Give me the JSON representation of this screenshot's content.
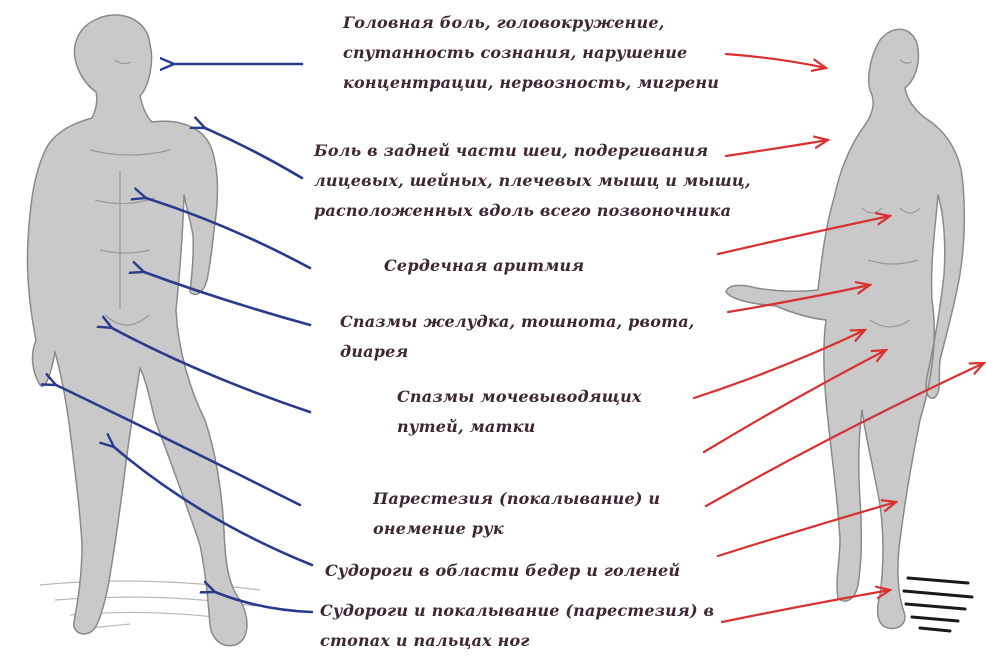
{
  "colors": {
    "text": "#3d2733",
    "male_arrow": "#2a3a8c",
    "female_arrow": "#d93030",
    "body_fill": "#c9c9c9",
    "body_outline": "#8a8a8a",
    "hatch": "#1a1a1a"
  },
  "figures": {
    "male": {
      "icon": "male-statue-figure"
    },
    "female": {
      "icon": "female-statue-figure"
    }
  },
  "symptoms": [
    {
      "id": "headache",
      "lines": [
        "Головная боль, головокружение,",
        "спутанность сознания, нарушение",
        "концентрации, нервозность, мигрени"
      ]
    },
    {
      "id": "neck",
      "lines": [
        "Боль в задней части шеи, подергивания",
        "лицевых, шейных, плечевых мышц и мышц,",
        "расположенных вдоль всего позвоночника"
      ]
    },
    {
      "id": "heart",
      "lines": [
        "Сердечная аритмия"
      ]
    },
    {
      "id": "stomach",
      "lines": [
        "Спазмы желудка, тошнота, рвота,",
        "диарея"
      ]
    },
    {
      "id": "urinary",
      "lines": [
        "Спазмы мочевыводящих",
        "путей, матки"
      ]
    },
    {
      "id": "hands",
      "lines": [
        "Парестезия (покалывание) и",
        "онемение рук"
      ]
    },
    {
      "id": "legs",
      "lines": [
        "Судороги в области бедер и голеней"
      ]
    },
    {
      "id": "feet",
      "lines": [
        "Судороги и покалывание (парестезия) в",
        "стопах и пальцах ног"
      ]
    }
  ]
}
